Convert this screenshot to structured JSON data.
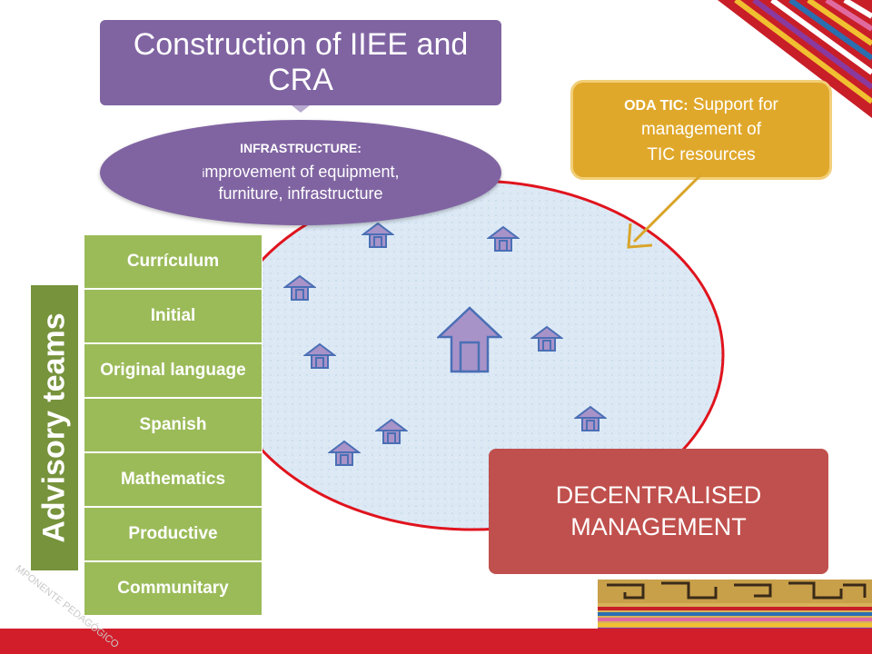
{
  "title": {
    "line1": "Construction of IIEE and",
    "line2": "CRA"
  },
  "infrastructure": {
    "heading": "INFRASTRUCTURE:",
    "line1_prefix": "i",
    "line1": "mprovement of equipment,",
    "line2": "furniture, infrastructure"
  },
  "oda": {
    "bold": "ODA TIC:",
    "line1_rest": "Support for",
    "line2": "management of",
    "line3": "TIC resources"
  },
  "decentralised": {
    "line1": "DECENTRALISED",
    "line2": "MANAGEMENT"
  },
  "advisory": {
    "label": "Advisory teams"
  },
  "subjects": [
    "Currículum",
    "Initial",
    "Original language",
    "Spanish",
    "Mathematics",
    "Productive",
    "Communitary"
  ],
  "faint_text": "MPONENTE PEDAGÓGICO",
  "colors": {
    "purple": "#8064a2",
    "gold": "#e0a82b",
    "red_box": "#c0504d",
    "green_dark": "#77933c",
    "green_light": "#9bbb59",
    "ellipse_fill": "#dce9f5",
    "ellipse_border": "#e0141e",
    "house_blue": "#4a6fb5",
    "house_fill": "#a893c9",
    "bar_red": "#d21e2b"
  },
  "houses_icon": "house-icon"
}
